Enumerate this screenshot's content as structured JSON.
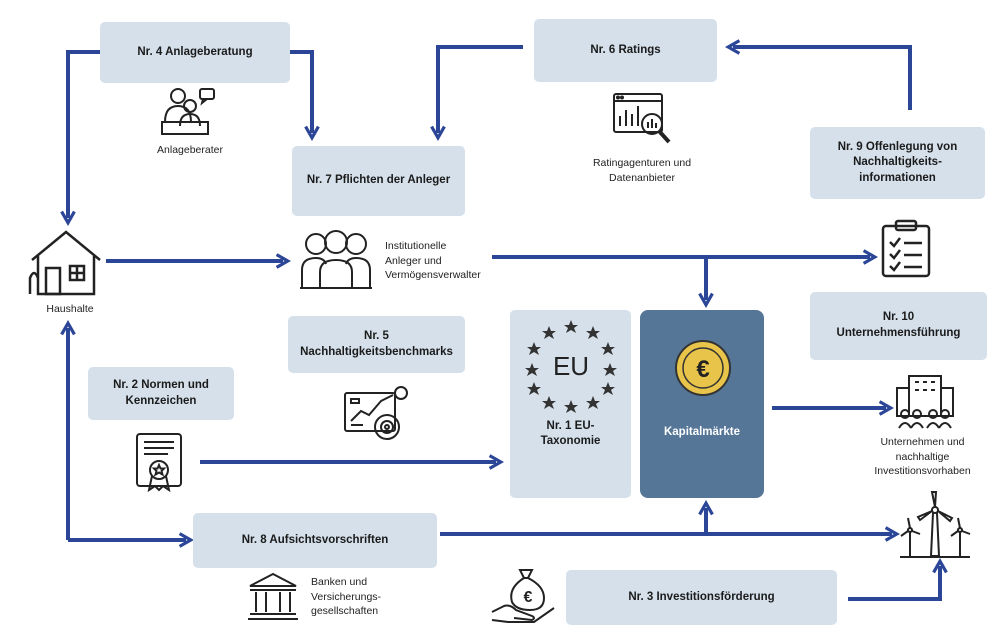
{
  "boxes": {
    "anlageberatung": "Nr. 4 Anlageberatung",
    "ratings": "Nr. 6 Ratings",
    "pflichten": "Nr. 7 Pflichten der Anleger",
    "offenlegung": "Nr. 9 Offenlegung von\nNachhaltigkeits-\ninformationen",
    "benchmarks": "Nr. 5\nNachhaltigkeitsbenchmarks",
    "unternehmensfuehrung": "Nr. 10\nUnternehmensführung",
    "normen": "Nr. 2 Normen und\nKennzeichen",
    "taxonomie": "Nr. 1 EU-\nTaxonomie",
    "kapitalmaerkte": "Kapitalmärkte",
    "aufsicht": "Nr. 8 Aufsichtsvorschriften",
    "investition": "Nr. 3 Investitionsförderung"
  },
  "labels": {
    "anlageberater": "Anlageberater",
    "ratingagenturen": "Ratingagenturen und\nDatenanbieter",
    "haushalte": "Haushalte",
    "institutionelle": "Institutionelle\nAnleger und\nVermögensverwalter",
    "unternehmen": "Unternehmen und\nnachhaltige\nInvestitionsvorhaben",
    "banken": "Banken und\nVersicherungs-\ngesellschaften"
  },
  "eu_emblem_text": "EU",
  "euro_symbol": "€",
  "icons": [
    "advisor-icon",
    "rating-analytics-icon",
    "house-icon",
    "investors-group-icon",
    "checklist-icon",
    "benchmark-dashboard-icon",
    "certificate-icon",
    "euro-coin-icon",
    "eu-flag-icon",
    "company-building-icon",
    "bank-icon",
    "wind-turbines-icon",
    "money-bag-hand-icon"
  ],
  "colors": {
    "box": "#d5e0eb",
    "dark_box": "#557696",
    "arrow": "#2b4597"
  }
}
